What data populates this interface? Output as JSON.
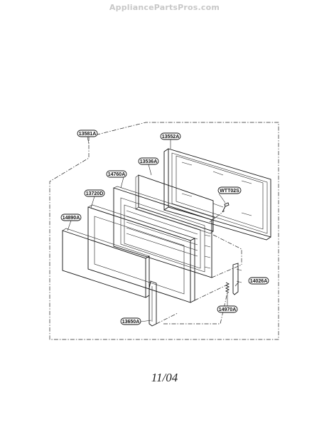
{
  "watermark": "AppliancePartsPros.com",
  "footer_code": "11/04",
  "parts": [
    {
      "id": "assembly",
      "label": "13581A"
    },
    {
      "id": "rear-frame",
      "label": "13552A"
    },
    {
      "id": "inner-panel",
      "label": "13536A"
    },
    {
      "id": "screw",
      "label": "WTT02S"
    },
    {
      "id": "choke",
      "label": "14760A"
    },
    {
      "id": "door-frame",
      "label": "13720D"
    },
    {
      "id": "front-glass",
      "label": "14890A"
    },
    {
      "id": "latch-hook",
      "label": "14026A"
    },
    {
      "id": "spring",
      "label": "14970A"
    },
    {
      "id": "handle",
      "label": "13650A"
    }
  ]
}
